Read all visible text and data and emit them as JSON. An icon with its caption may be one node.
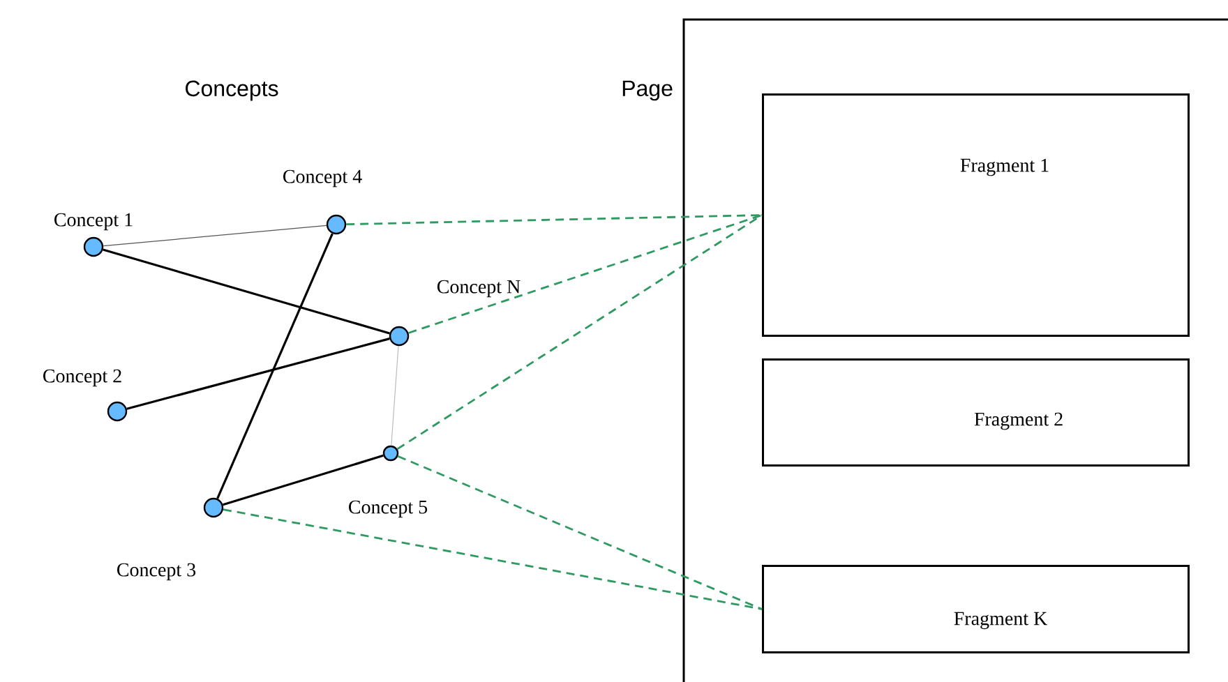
{
  "diagram": {
    "nodes": [
      {
        "text": [
          "Page"
        ]
      },
      {
        "text": [
          "Fragment 1"
        ],
        "in": 0
      },
      {
        "text": [
          "Fragment 2"
        ],
        "in": 0
      },
      {
        "text": [
          "Fragment K"
        ],
        "in": 0
      },
      {
        "text": [],
        "shape": "circle",
        "beside": [
          "Concept 1"
        ]
      },
      {
        "text": [],
        "shape": "circle",
        "beside": [
          "Concept 4"
        ]
      },
      {
        "text": [],
        "shape": "circle",
        "beside": [
          "Concept N"
        ]
      },
      {
        "text": [],
        "shape": "circle",
        "beside": [
          "Concept 2"
        ]
      },
      {
        "text": [],
        "shape": "circle",
        "beside": [
          "Concept 5"
        ]
      },
      {
        "text": [],
        "shape": "circle",
        "beside": [
          "Concept 3"
        ]
      }
    ],
    "edges": [
      {
        "from": 4,
        "to": 5,
        "arrow": "none",
        "color": "#555555"
      },
      {
        "from": 4,
        "to": 6,
        "arrow": "none",
        "color": "#000000"
      },
      {
        "from": 7,
        "to": 6,
        "arrow": "none",
        "color": "#000000"
      },
      {
        "from": 5,
        "to": 9,
        "arrow": "none",
        "color": "#000000"
      },
      {
        "from": 9,
        "to": 8,
        "arrow": "none",
        "color": "#000000"
      },
      {
        "from": 6,
        "to": 8,
        "arrow": "none",
        "color": "#bbbbbb"
      },
      {
        "from": 5,
        "to": 1,
        "arrow": "none",
        "style": "dashed",
        "color": "#2e9a62"
      },
      {
        "from": 6,
        "to": 1,
        "arrow": "none",
        "style": "dashed",
        "color": "#2e9a62"
      },
      {
        "from": 8,
        "to": 1,
        "arrow": "none",
        "style": "dashed",
        "color": "#2e9a62"
      },
      {
        "from": 8,
        "to": 3,
        "arrow": "none",
        "style": "dashed",
        "color": "#2e9a62"
      },
      {
        "from": 9,
        "to": 3,
        "arrow": "none",
        "style": "dashed",
        "color": "#2e9a62"
      }
    ],
    "labels": [
      "Concepts"
    ]
  }
}
